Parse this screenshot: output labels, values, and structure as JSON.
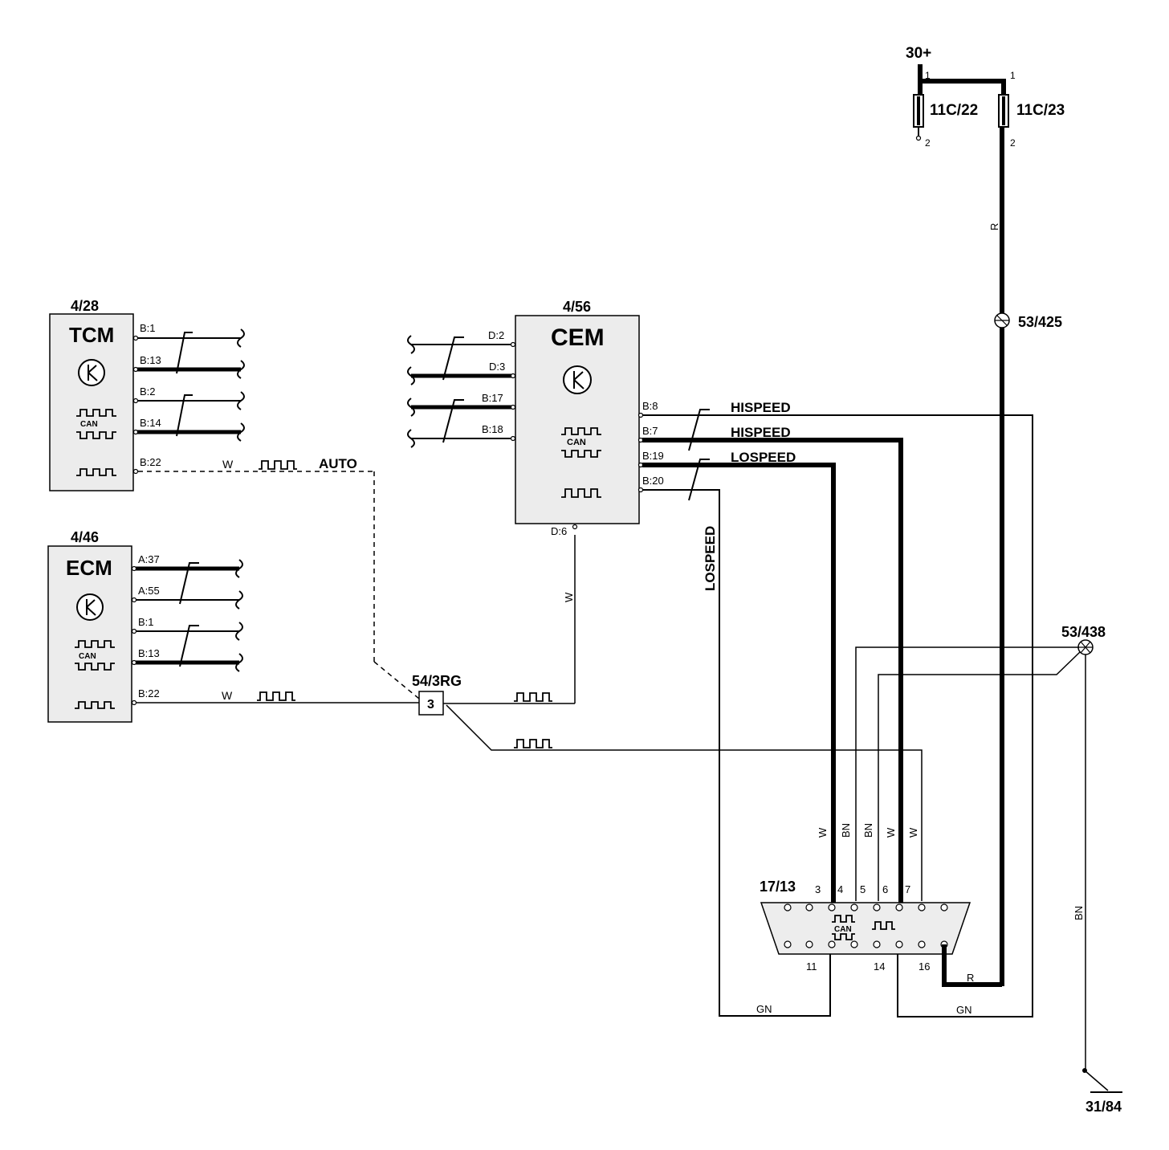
{
  "modules": {
    "tcm": {
      "ref": "4/28",
      "name": "TCM",
      "pins": [
        "B:1",
        "B:13",
        "B:2",
        "B:14",
        "B:22"
      ],
      "can_label": "CAN"
    },
    "ecm": {
      "ref": "4/46",
      "name": "ECM",
      "pins": [
        "A:37",
        "A:55",
        "B:1",
        "B:13",
        "B:22"
      ],
      "can_label": "CAN"
    },
    "cem": {
      "ref": "4/56",
      "name": "CEM",
      "left_pins": [
        "D:2",
        "D:3",
        "B:17",
        "B:18"
      ],
      "right_pins": [
        "B:8",
        "B:7",
        "B:19",
        "B:20"
      ],
      "bottom_pin": "D:6",
      "can_label": "CAN"
    }
  },
  "power": {
    "supply": "30+",
    "fuse_a": "11C/22",
    "fuse_b": "11C/23",
    "pin_1": "1",
    "pin_2": "2"
  },
  "splices": {
    "s425": "53/425",
    "s438": "53/438"
  },
  "connector_54": {
    "ref": "54/3RG",
    "pin": "3"
  },
  "ground": "31/84",
  "signals": {
    "auto": "AUTO",
    "hispeed": "HISPEED",
    "lospeed": "LOSPEED"
  },
  "wire_colors": {
    "w": "W",
    "bn": "BN",
    "r": "R",
    "gn": "GN"
  },
  "dlc": {
    "ref": "17/13",
    "top_pins": [
      "3",
      "4",
      "5",
      "6",
      "7"
    ],
    "bottom_pins": [
      "11",
      "14",
      "16"
    ],
    "can_label": "CAN"
  }
}
